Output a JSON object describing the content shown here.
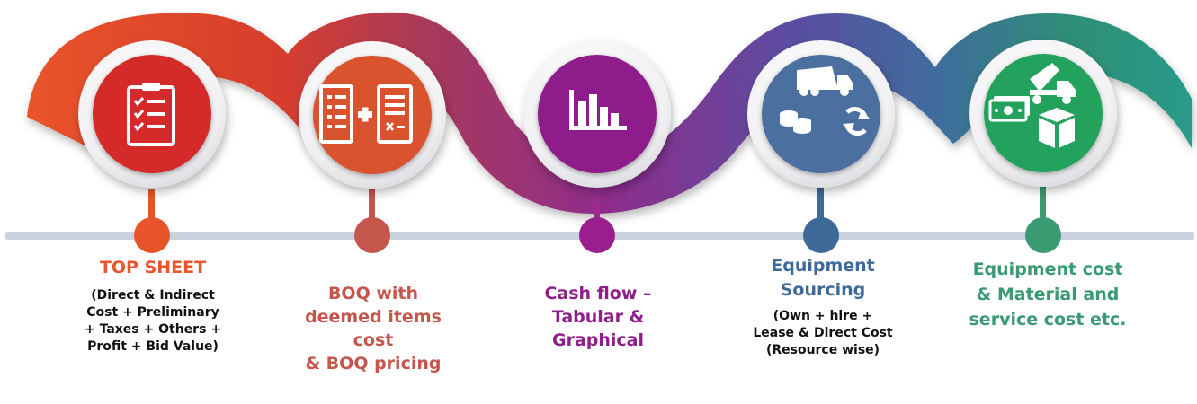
{
  "colors": {
    "red": "#d42a2a",
    "orange": "#e25a30",
    "purple": "#8e1f8a",
    "blue": "#3e6a9a",
    "green": "#24a25c",
    "timeline": "#c9d2de"
  },
  "steps": [
    {
      "icon": "checklist-icon",
      "title": "TOP SHEET",
      "title_color": "#e8552e",
      "description": "(Direct & Indirect\nCost + Preliminary\n+ Taxes + Others +\nProfit + Bid Value)"
    },
    {
      "icon": "document-plus-calculation-icon",
      "title": "BOQ with\ndeemed items\ncost\n& BOQ pricing",
      "title_color": "#c4564c",
      "description": ""
    },
    {
      "icon": "bar-chart-icon",
      "title": "Cash flow –\nTabular &\nGraphical",
      "title_color": "#8e1f8a",
      "description": ""
    },
    {
      "icon": "truck-coins-refresh-icon",
      "title": "Equipment\nSourcing",
      "title_color": "#3e6a9a",
      "description": "(Own + hire +\nLease & Direct Cost\n(Resource wise)"
    },
    {
      "icon": "money-mixer-truck-box-icon",
      "title": "Equipment cost\n& Material and\nservice cost etc.",
      "title_color": "#3a9a72",
      "description": ""
    }
  ]
}
